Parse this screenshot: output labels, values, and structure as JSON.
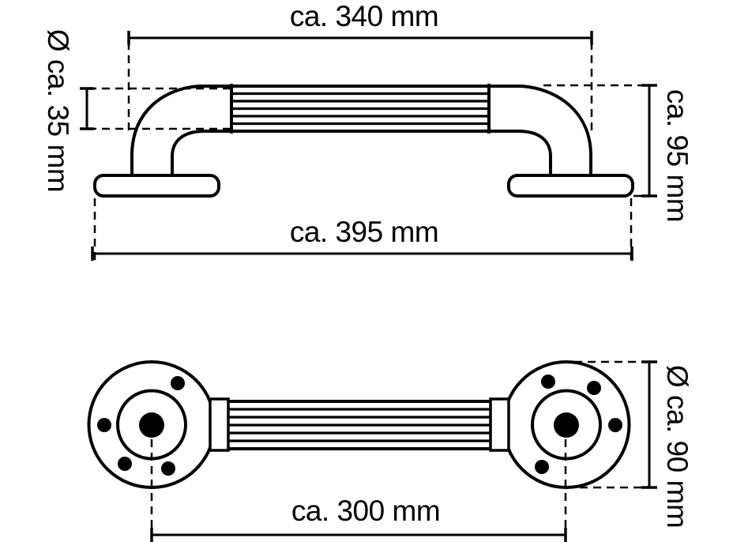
{
  "colors": {
    "line": "#000000",
    "background": "#ffffff",
    "text": "#000000"
  },
  "side_view": {
    "dim_grip_length": "ca. 340 mm",
    "dim_tube_diameter": "Ø ca. 35 mm",
    "dim_mounting_height": "ca. 95 mm",
    "dim_overall_length": "ca. 395 mm"
  },
  "plan_view": {
    "dim_hole_center_distance": "ca. 300 mm",
    "dim_flange_diameter": "Ø ca. 90 mm"
  }
}
